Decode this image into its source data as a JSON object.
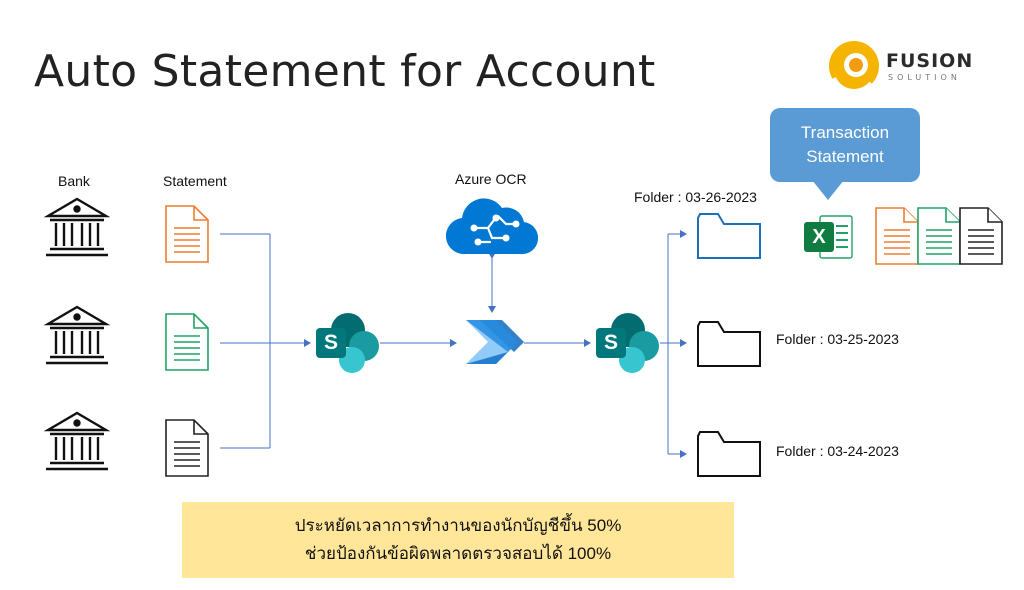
{
  "title": "Auto Statement for Account",
  "logo": {
    "name": "FUSION",
    "sub": "SOLUTION"
  },
  "labels": {
    "bank": "Bank",
    "statement": "Statement",
    "azure_ocr": "Azure OCR"
  },
  "callout": {
    "line1": "Transaction",
    "line2": "Statement"
  },
  "folders": [
    {
      "label": "Folder : 03-26-2023"
    },
    {
      "label": "Folder : 03-25-2023"
    },
    {
      "label": "Folder : 03-24-2023"
    }
  ],
  "excel": {
    "letter": "X"
  },
  "sharepoint": {
    "letter": "S"
  },
  "savings": {
    "line1": "ประหยัดเวลาการทำงานของนักบัญชีขึ้น 50%",
    "line2": "ช่วยป้องกันข้อผิดพลาดตรวจสอบได้ 100%"
  },
  "colors": {
    "connector": "#4472c4",
    "callout": "#5b9bd5",
    "highlight": "#ffe699",
    "doc_orange": "#ed7d31",
    "doc_green": "#21a366",
    "doc_black": "#222222",
    "sharepoint_teal": "#038387",
    "azure_blue": "#0078d4",
    "excel_green": "#107c41",
    "logo_orange": "#f4b400"
  },
  "icons": [
    "bank-icon",
    "document-icon",
    "sharepoint-icon",
    "power-automate-icon",
    "azure-ocr-icon",
    "folder-icon",
    "excel-icon",
    "fusion-logo"
  ]
}
